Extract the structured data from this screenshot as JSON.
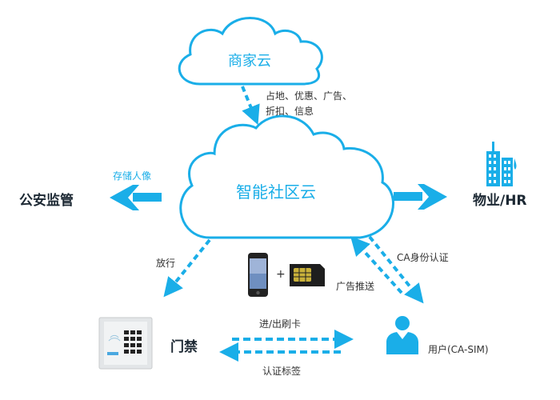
{
  "colors": {
    "accent": "#1aaee8",
    "text_dark": "#1c2833",
    "text": "#333333"
  },
  "clouds": {
    "merchant": {
      "label": "商家云"
    },
    "community": {
      "label": "智能社区云"
    }
  },
  "nodes": {
    "police": {
      "label": "公安监管"
    },
    "property": {
      "label": "物业/HR",
      "icon": "buildings-icon"
    },
    "access_control": {
      "label": "门禁",
      "icon": "keypad-device-icon"
    },
    "user": {
      "label": "用户(CA-SIM)",
      "icon": "user-icon"
    },
    "phone_sim": {
      "plus": "+",
      "icons": [
        "smartphone-icon",
        "sim-card-icon"
      ]
    }
  },
  "edges": {
    "merchant_to_community": {
      "label_line1": "占地、优惠、广告、",
      "label_line2": "折扣、信息"
    },
    "community_to_police": {
      "label": "存储人像"
    },
    "community_to_access": {
      "label": "放行"
    },
    "user_ca_auth": {
      "label": "CA身份认证"
    },
    "ad_push": {
      "label": "广告推送"
    },
    "card_in_out": {
      "label": "进/出刷卡"
    },
    "auth_tag": {
      "label": "认证标签"
    }
  }
}
